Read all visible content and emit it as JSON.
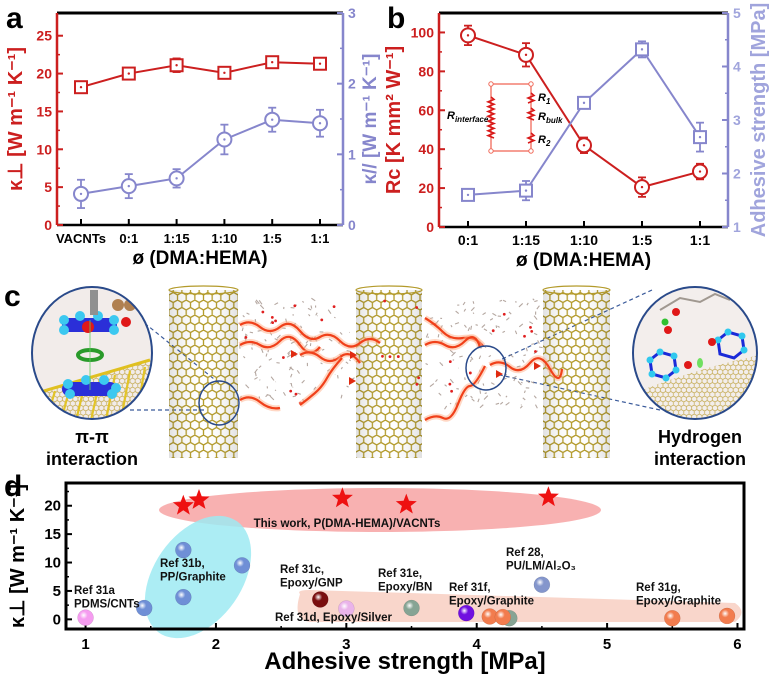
{
  "panel_letters": {
    "a": "a",
    "b": "b",
    "c": "c",
    "d": "d"
  },
  "colors": {
    "red": "#cc1f1f",
    "purple": "#8686cc",
    "purple_light": "#a0a4dc",
    "black": "#000000"
  },
  "chart_data": [
    {
      "panel": "a",
      "type": "line",
      "categories": [
        "VACNTs",
        "0:1",
        "1:15",
        "1:10",
        "1:5",
        "1:1"
      ],
      "xlabel": "ø (DMA:HEMA)",
      "ylabel": "κ⊥ [W m⁻¹ K⁻¹]",
      "y2label": "κ// [W m⁻¹ K⁻¹]",
      "ylim": [
        0,
        28
      ],
      "y2lim": [
        0,
        3
      ],
      "yticks": [
        0,
        5,
        10,
        15,
        20,
        25
      ],
      "y2ticks": [
        0,
        1,
        2,
        3
      ],
      "series": [
        {
          "name": "κ⊥",
          "axis": "left",
          "marker": "square",
          "values": [
            18.2,
            20.0,
            21.1,
            20.1,
            21.5,
            21.3
          ],
          "errors": [
            0.5,
            0.7,
            0.9,
            0.5,
            0.7,
            0.6
          ]
        },
        {
          "name": "κ//",
          "axis": "right",
          "marker": "circle",
          "values": [
            0.44,
            0.55,
            0.66,
            1.21,
            1.49,
            1.44
          ],
          "errors": [
            0.2,
            0.17,
            0.13,
            0.21,
            0.17,
            0.19
          ]
        }
      ]
    },
    {
      "panel": "b",
      "type": "line",
      "categories": [
        "0:1",
        "1:15",
        "1:10",
        "1:5",
        "1:1"
      ],
      "xlabel": "ø (DMA:HEMA)",
      "ylabel": "Rc [K mm² W⁻¹]",
      "y2label": "Adhesive strength [MPa]",
      "ylim": [
        0,
        110
      ],
      "y2lim": [
        1,
        5
      ],
      "yticks": [
        0,
        20,
        40,
        60,
        80,
        100
      ],
      "y2ticks": [
        1,
        2,
        3,
        4,
        5
      ],
      "series": [
        {
          "name": "Rc",
          "axis": "left",
          "marker": "circle",
          "values": [
            98.5,
            88.5,
            42,
            20.5,
            28.5
          ],
          "errors": [
            5,
            6,
            4,
            5,
            4
          ]
        },
        {
          "name": "Adhesive strength",
          "axis": "right",
          "marker": "square",
          "values": [
            1.6,
            1.68,
            3.32,
            4.32,
            2.68
          ],
          "errors": [
            0.1,
            0.18,
            0.08,
            0.15,
            0.27
          ]
        }
      ],
      "inset": {
        "r_interface": {
          "main": "R",
          "sub": "interface"
        },
        "r1": {
          "main": "R",
          "sub": "1"
        },
        "r_bulk": {
          "main": "R",
          "sub": "bulk"
        },
        "r2": {
          "main": "R",
          "sub": "2"
        }
      }
    },
    {
      "panel": "d",
      "type": "scatter",
      "xlabel": "Adhesive strength [MPa]",
      "ylabel": "κ⊥ [W m⁻¹ K⁻¹]",
      "xlim": [
        0.85,
        6.05
      ],
      "ylim": [
        -1.7,
        24
      ],
      "xticks": [
        1,
        2,
        3,
        4,
        5,
        6
      ],
      "yticks": [
        0,
        5,
        10,
        15,
        20
      ],
      "series": [
        {
          "name": "This work",
          "label": [
            "This work, P(DMA-HEMA)/VACNTs"
          ],
          "marker": "star",
          "color": "#ee1111",
          "points": [
            [
              1.75,
              20.0
            ],
            [
              1.87,
              21.0
            ],
            [
              2.97,
              21.3
            ],
            [
              3.46,
              20.2
            ],
            [
              4.55,
              21.5
            ]
          ]
        },
        {
          "name": "Ref 31a",
          "label": [
            "Ref 31a",
            "PDMS/CNTs"
          ],
          "marker": "sphere",
          "color": "#f59cf0",
          "points": [
            [
              1.0,
              0.3
            ]
          ]
        },
        {
          "name": "Ref 31b",
          "label": [
            "Ref 31b,",
            "PP/Graphite"
          ],
          "marker": "sphere",
          "color": "#6f8fd6",
          "points": [
            [
              1.45,
              2.0
            ],
            [
              1.75,
              12.2
            ],
            [
              1.75,
              3.9
            ],
            [
              2.2,
              9.5
            ]
          ]
        },
        {
          "name": "Ref 31c",
          "label": [
            "Ref 31c,",
            "Epoxy/GNP"
          ],
          "marker": "sphere",
          "color": "#7a0e0e",
          "points": [
            [
              2.8,
              3.5
            ]
          ]
        },
        {
          "name": "Ref 31d",
          "label": [
            "Ref 31d, Epoxy/Silver"
          ],
          "marker": "sphere",
          "color": "#eab4ea",
          "points": [
            [
              3.0,
              1.9
            ]
          ]
        },
        {
          "name": "Ref 31e",
          "label": [
            "Ref 31e,",
            "Epoxy/BN"
          ],
          "marker": "sphere",
          "color": "#86a494",
          "points": [
            [
              3.5,
              2.0
            ],
            [
              4.25,
              0.2
            ]
          ]
        },
        {
          "name": "Ref 31f",
          "label": [
            "Ref 31f,",
            "Epoxy/Graphite"
          ],
          "marker": "sphere",
          "color": "#7010e0",
          "points": [
            [
              3.92,
              1.1
            ]
          ]
        },
        {
          "name": "Ref 28",
          "label": [
            "Ref 28,",
            "PU/LM/Al₂O₃"
          ],
          "marker": "sphere",
          "color": "#8496cc",
          "points": [
            [
              4.5,
              6.1
            ]
          ]
        },
        {
          "name": "Ref 31g",
          "label": [
            "Ref 31g,",
            "Epoxy/Graphite"
          ],
          "marker": "sphere",
          "color": "#f27c4e",
          "points": [
            [
              4.1,
              0.5
            ],
            [
              4.2,
              0.4
            ],
            [
              5.5,
              0.2
            ],
            [
              5.92,
              0.6
            ]
          ]
        }
      ]
    }
  ],
  "illustration_c": {
    "left_label": [
      "π-π",
      "interaction"
    ],
    "right_label": [
      "Hydrogen",
      "interaction"
    ]
  }
}
